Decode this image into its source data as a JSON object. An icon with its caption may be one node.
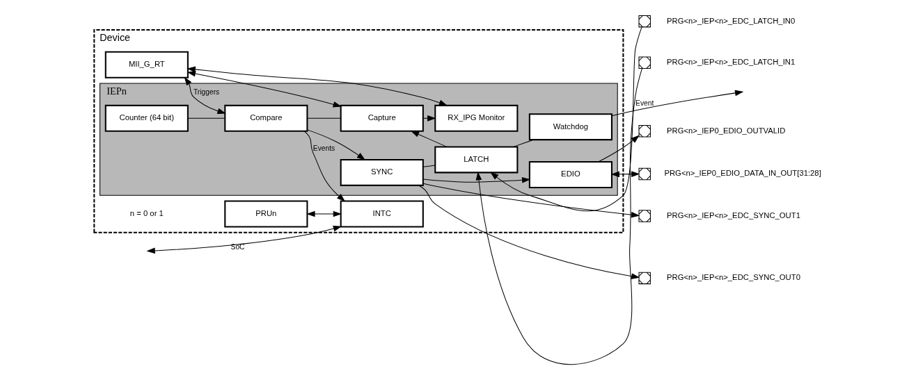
{
  "diagram": {
    "nodes": [
      {
        "text": [
          "Device"
        ]
      },
      {
        "text": [
          "PRUn"
        ],
        "in": 0
      },
      {
        "text": [
          "INTC"
        ],
        "in": 0
      },
      {
        "text": [
          "MII_G_RT"
        ],
        "in": 0
      },
      {
        "text": [
          "IEPn"
        ],
        "in": 0
      },
      {
        "text": [
          "Counter (64 bit)"
        ],
        "in": 4
      },
      {
        "text": [
          "Compare"
        ],
        "in": 4
      },
      {
        "text": [
          "Capture"
        ],
        "in": 4
      },
      {
        "text": [
          "RX_IPG Monitor"
        ],
        "in": 4
      },
      {
        "text": [
          "EDIO"
        ],
        "in": 4
      },
      {
        "text": [
          "SYNC"
        ],
        "in": 4
      },
      {
        "text": [
          "LATCH"
        ],
        "in": 4
      },
      {
        "text": [
          "Watchdog"
        ],
        "in": 4
      },
      {
        "text": [],
        "shape": "box",
        "beside": [
          "PRG<n>_IEP0_EDIO_OUTVALID"
        ]
      },
      {
        "text": [],
        "shape": "box",
        "beside": [
          "PRG<n>_IEP0_EDIO_DATA_IN_OUT[31:28]"
        ]
      },
      {
        "text": [],
        "shape": "box",
        "beside": [
          "PRG<n>_IEP<n>_EDC_SYNC_OUT0"
        ]
      },
      {
        "text": [],
        "shape": "box",
        "beside": [
          "PRG<n>_IEP<n>_EDC_SYNC_OUT1"
        ]
      },
      {
        "text": [],
        "shape": "box",
        "beside": [
          "PRG<n>_IEP<n>_EDC_LATCH_IN0"
        ]
      },
      {
        "text": [],
        "shape": "box",
        "beside": [
          "PRG<n>_IEP<n>_EDC_LATCH_IN1"
        ]
      }
    ],
    "edges": [
      {
        "from": 1,
        "to": 2,
        "arrow": "both"
      },
      {
        "from": null,
        "to": 2,
        "arrow": "both",
        "label": "SoC"
      },
      {
        "from": 6,
        "to": 2,
        "arrow": "to",
        "label": "Events"
      },
      {
        "from": 3,
        "to": 6,
        "arrow": "both",
        "label": "Triggers"
      },
      {
        "from": 3,
        "to": 7,
        "arrow": "both"
      },
      {
        "from": 3,
        "to": 8,
        "arrow": "both"
      },
      {
        "from": 5,
        "to": 6,
        "arrow": "none"
      },
      {
        "from": 6,
        "to": 7,
        "arrow": "none"
      },
      {
        "from": 7,
        "to": 8,
        "arrow": "to"
      },
      {
        "from": 6,
        "to": 10,
        "arrow": "to"
      },
      {
        "from": 10,
        "to": 9,
        "arrow": "to"
      },
      {
        "from": 10,
        "to": 11,
        "arrow": "none"
      },
      {
        "from": 11,
        "to": 7,
        "arrow": "to"
      },
      {
        "from": 11,
        "to": 12,
        "arrow": "none"
      },
      {
        "from": 12,
        "to": null,
        "arrow": "to",
        "label": "Event"
      },
      {
        "from": 9,
        "to": 13,
        "arrow": "to"
      },
      {
        "from": 9,
        "to": 14,
        "arrow": "both"
      },
      {
        "from": 10,
        "to": 15,
        "arrow": "to"
      },
      {
        "from": 10,
        "to": 16,
        "arrow": "to"
      },
      {
        "from": 17,
        "to": 11,
        "arrow": "to"
      },
      {
        "from": 18,
        "to": 11,
        "arrow": "to"
      }
    ],
    "labels": [
      "n = 0 or 1"
    ]
  }
}
